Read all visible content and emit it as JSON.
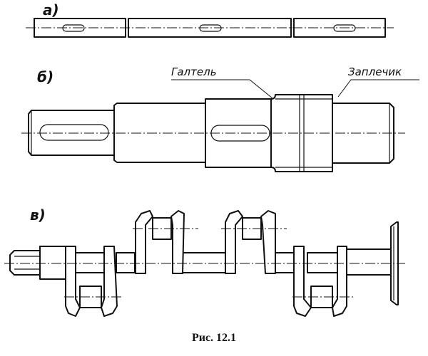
{
  "panels": {
    "a": {
      "label": "а)"
    },
    "b": {
      "label": "б)",
      "callout_fillet": "Галтель",
      "callout_shoulder": "Заплечик"
    },
    "v": {
      "label": "в)"
    }
  },
  "caption": "Рис. 12.1"
}
